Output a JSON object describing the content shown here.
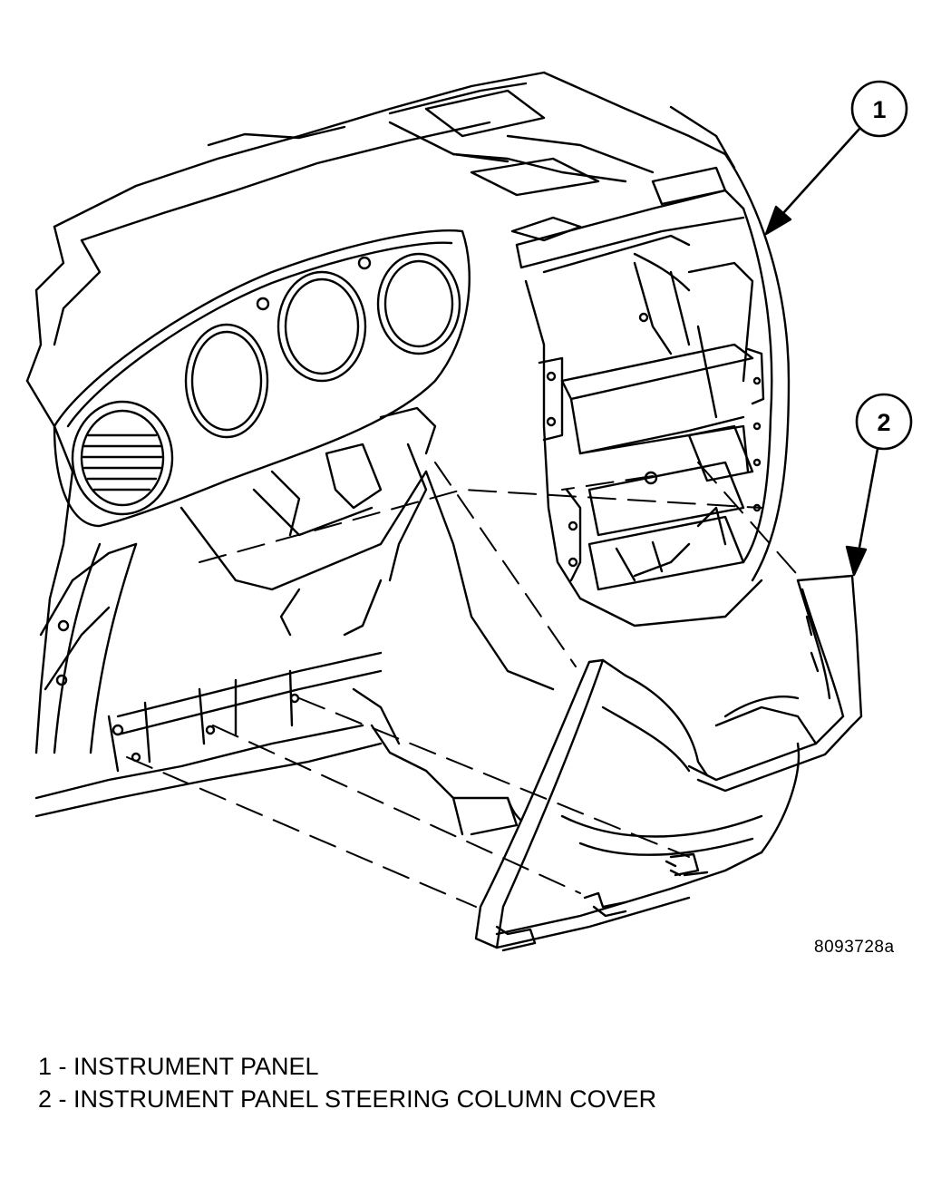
{
  "figure": {
    "code": "8093728a",
    "callouts": [
      {
        "number": "1",
        "target": "instrument-panel"
      },
      {
        "number": "2",
        "target": "steering-column-cover"
      }
    ]
  },
  "legend": [
    {
      "text": "1 - INSTRUMENT PANEL"
    },
    {
      "text": "2 - INSTRUMENT PANEL STEERING COLUMN COVER"
    }
  ]
}
